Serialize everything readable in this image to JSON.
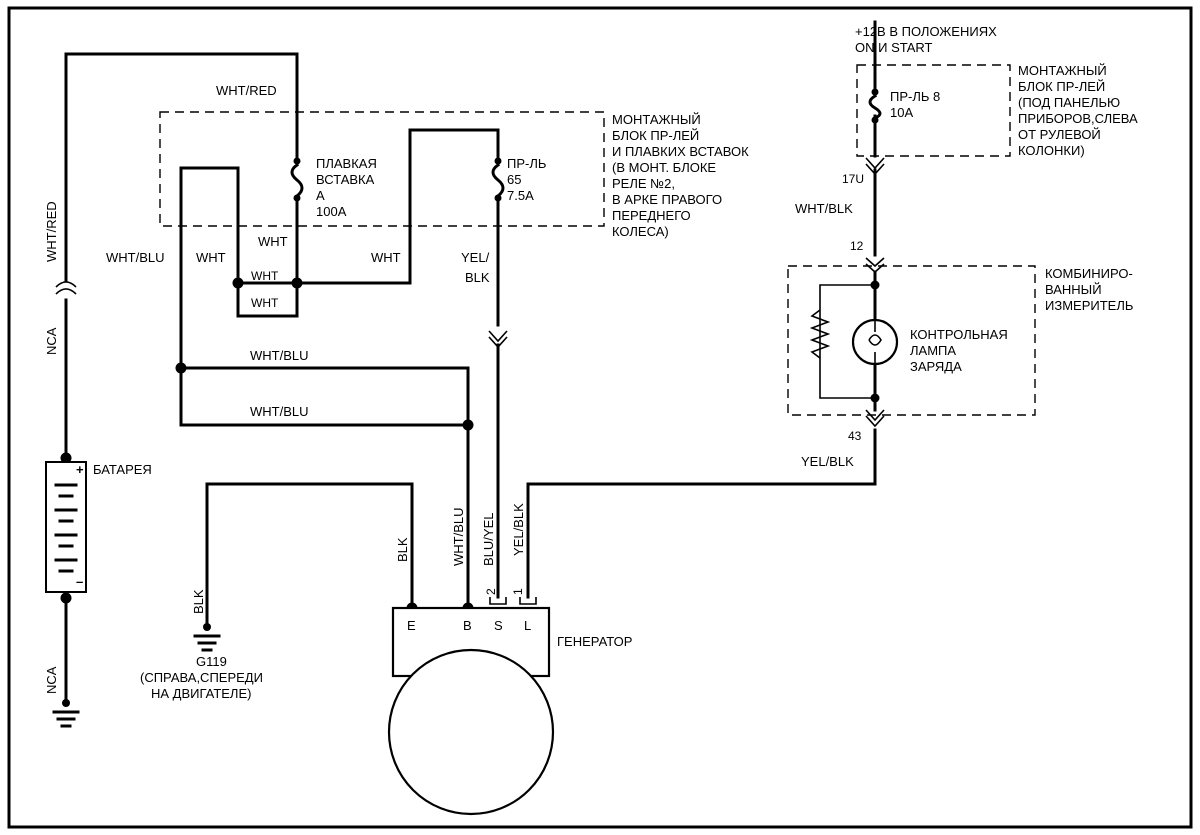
{
  "wire_labels": {
    "wht_red_top": "WHT/RED",
    "wht_red_left": "WHT/RED",
    "nca_upper": "NCA",
    "nca_lower": "NCA",
    "wht_blu_left": "WHT/BLU",
    "wht_1": "WHT",
    "wht_2": "WHT",
    "wht_3": "WHT",
    "wht_box_1": "WHT",
    "wht_box_2": "WHT",
    "yel": "YEL/",
    "blk": "BLK",
    "wht_blu_h1": "WHT/BLU",
    "wht_blu_h2": "WHT/BLU",
    "blk_gen": "BLK",
    "wht_blu_gen": "WHT/BLU",
    "blu_yel": "BLU/YEL",
    "yel_blk_gen": "YEL/BLK",
    "blk_ground": "BLK",
    "wht_blk": "WHT/BLK",
    "yel_blk_right": "YEL/BLK"
  },
  "pins": {
    "c17u": "17U",
    "c12": "12",
    "c43": "43",
    "p2": "2",
    "p1": "1"
  },
  "fusible_link": {
    "line1": "ПЛАВКАЯ",
    "line2": "ВСТАВКА",
    "line3": "А",
    "line4": "100А"
  },
  "fuse65": {
    "line1": "ПР-ЛЬ",
    "line2": "65",
    "line3": "7.5А"
  },
  "fuse8": {
    "line1": "ПР-ЛЬ 8",
    "line2": "10А"
  },
  "relay_box": [
    "МОНТАЖНЫЙ",
    "БЛОК ПР-ЛЕЙ",
    "И ПЛАВКИХ ВСТАВОК",
    "(В МОНТ. БЛОКЕ",
    "РЕЛЕ №2,",
    "В АРКЕ ПРАВОГО",
    "ПЕРЕДНЕГО",
    "КОЛЕСА)"
  ],
  "power_note": [
    "+12В В ПОЛОЖЕНИЯХ",
    "ON И START"
  ],
  "dash_box": [
    "МОНТАЖНЫЙ",
    "БЛОК ПР-ЛЕЙ",
    "(ПОД ПАНЕЛЬЮ",
    "ПРИБОРОВ,СЛЕВА",
    "ОТ РУЛЕВОЙ",
    "КОЛОНКИ)"
  ],
  "meter": [
    "КОМБИНИРО-",
    "ВАННЫЙ",
    "ИЗМЕРИТЕЛЬ"
  ],
  "lamp": [
    "КОНТРОЛЬНАЯ",
    "ЛАМПА",
    "ЗАРЯДА"
  ],
  "battery": "БАТАРЕЯ",
  "battery_plus": "+",
  "battery_minus": "–",
  "ground": [
    "G119",
    "(СПРАВА,СПЕРЕДИ",
    "НА ДВИГАТЕЛЕ)"
  ],
  "generator": {
    "name": "ГЕНЕРАТОР",
    "terminals": [
      "E",
      "B",
      "S",
      "L"
    ]
  }
}
